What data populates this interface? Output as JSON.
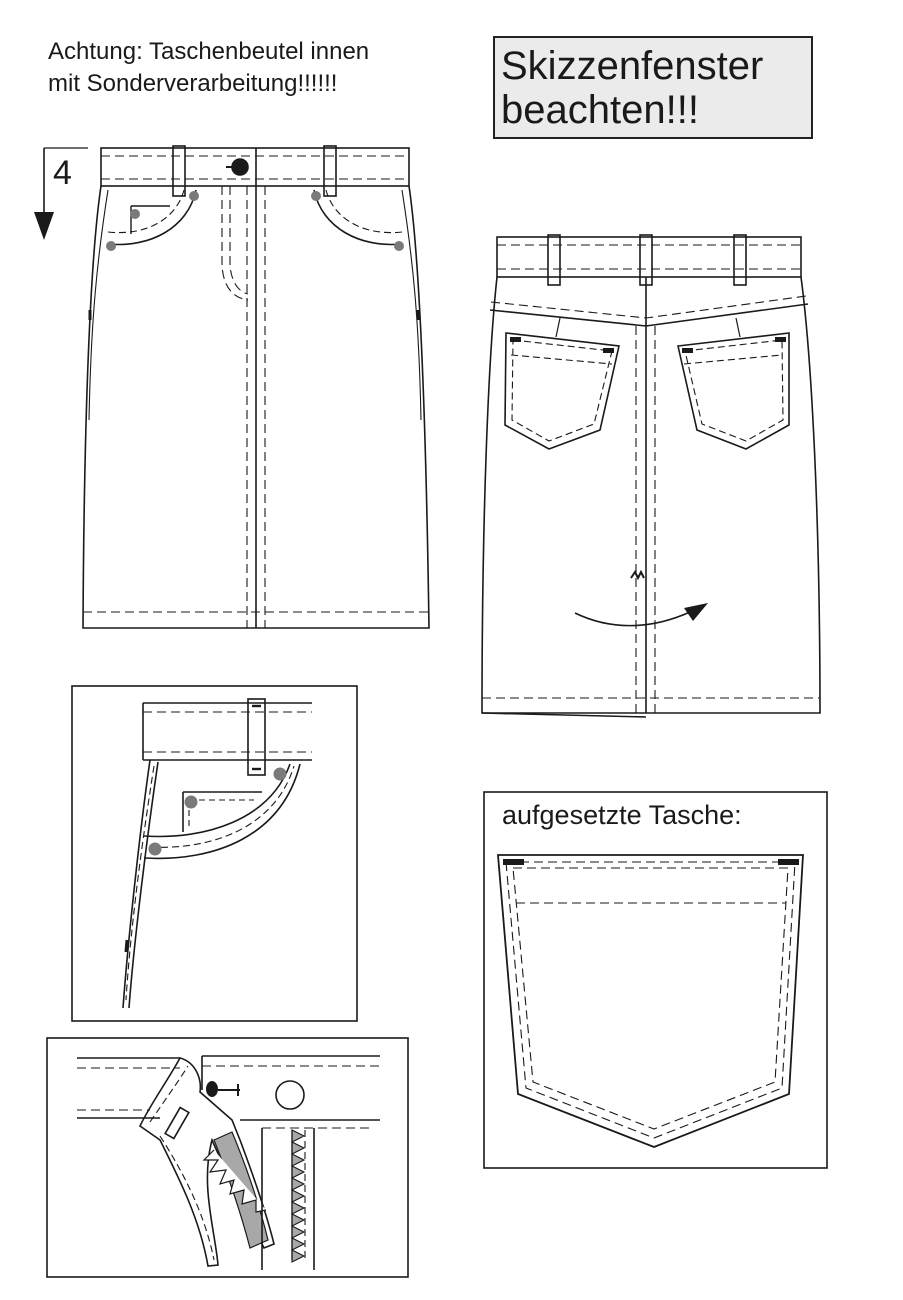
{
  "note": {
    "line1": "Achtung: Taschenbeutel innen",
    "line2": "mit Sonderverarbeitung!!!!!!"
  },
  "callout": {
    "line1": "Skizzenfenster",
    "line2": "beachten!!!"
  },
  "length_marker": "4",
  "pocket_caption": "aufgesetzte Tasche:",
  "colors": {
    "line": "#1a1a1a",
    "rivet": "#7a7a7a",
    "zipper_tape": "#a8a8a8",
    "callout_bg": "#ebebeb"
  }
}
